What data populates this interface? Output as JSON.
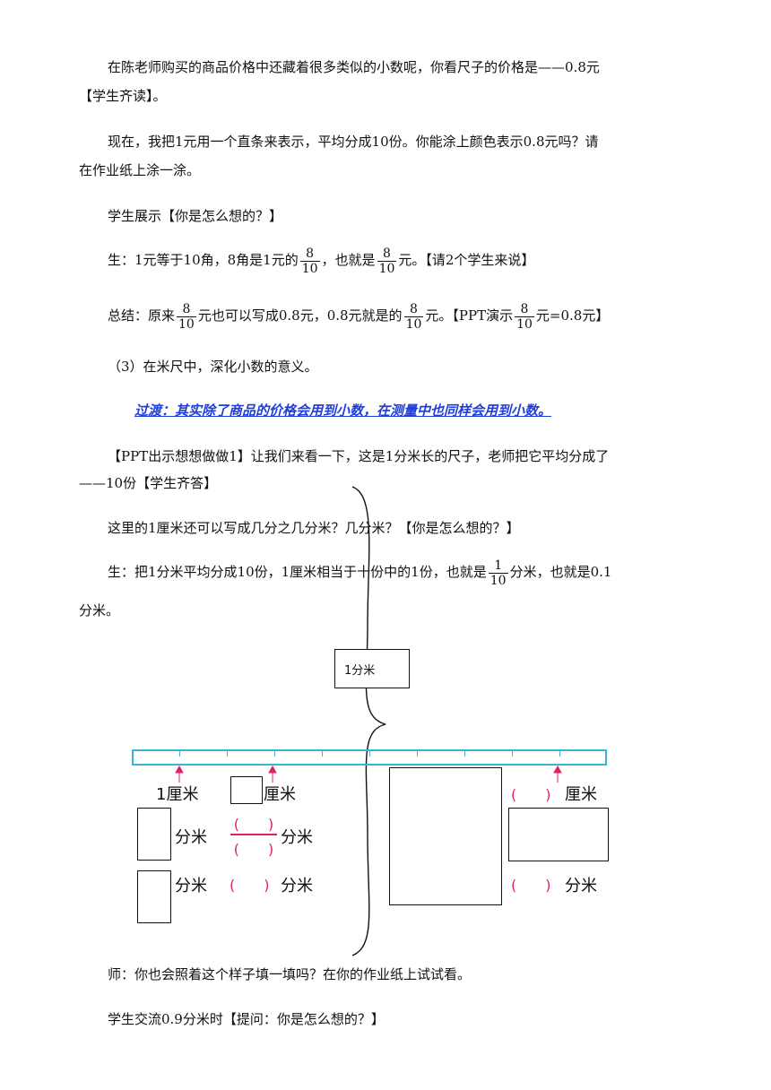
{
  "paragraphs": {
    "p1a": "在陈老师购买的商品价格中还藏着很多类似的小数呢，你看尺子的价格是——0.8元",
    "p1b": "【学生齐读】。",
    "p2a": "现在，我把1元用一个直条来表示，平均分成10份。你能涂上颜色表示0.8元吗？请",
    "p2b": "在作业纸上涂一涂。",
    "p3": "学生展示【你是怎么想的？】",
    "p4_pre": "生：1元等于10角，8角是1元的",
    "p4_mid": "，也就是",
    "p4_post": "元。【请2个学生来说】",
    "p5_pre": "总结：原来",
    "p5_mid1": "元也可以写成0.8元，0.8元就是的",
    "p5_mid2": "元。【PPT演示",
    "p5_post": "元=0.8元】",
    "p6": "（3）在米尺中，深化小数的意义。",
    "transition": "过渡：其实除了商品的价格会用到小数，在测量中也同样会用到小数。",
    "p7a": "【PPT出示想想做做1】让我们来看一下，这是1分米长的尺子，老师把它平均分成了",
    "p7b": "——10份【学生齐答】",
    "p8": "这里的1厘米还可以写成几分之几分米？几分米？【你是怎么想的？】",
    "p9_pre": "生：把1分米平均分成10份，1厘米相当于十份中的1份，也就是",
    "p9_post": "分米，也就是0.1",
    "p9b": "分米。",
    "p10": "师：你也会照着这个样子填一填吗？在你的作业纸上试试看。",
    "p11": "学生交流0.9分米时【提问：你是怎么想的？】"
  },
  "fractions": {
    "eight_tenths": {
      "num": "8",
      "den": "10"
    },
    "one_tenth": {
      "num": "1",
      "den": "10"
    }
  },
  "figure": {
    "brace_label": "1分米",
    "one_cm": "1厘米",
    "cm": "厘米",
    "dm": "分米",
    "blank_paren_open": "(",
    "blank_paren_close": ")",
    "blank_paren": "(　　)"
  },
  "colors": {
    "ruler": "#39b3d8",
    "blank": "#e0206a",
    "transition": "#1f3fd8"
  }
}
